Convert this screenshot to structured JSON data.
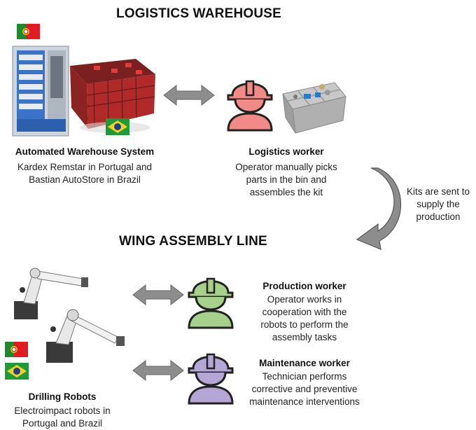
{
  "logistics": {
    "heading": "LOGISTICS WAREHOUSE",
    "system": {
      "title": "Automated Warehouse System",
      "lines": [
        "Kardex Remstar in Portugal and",
        "Bastian AutoStore in Brazil"
      ]
    },
    "worker": {
      "title": "Logistics worker",
      "lines": [
        "Operator manually picks",
        "parts in the bin and",
        "assembles the kit"
      ],
      "color": "#f28b87"
    }
  },
  "flow": {
    "lines": [
      "Kits are sent to",
      "supply the",
      "production"
    ]
  },
  "assembly": {
    "heading": "WING ASSEMBLY LINE",
    "robots": {
      "title": "Drilling Robots",
      "lines": [
        "Electroimpact robots in",
        "Portugal and Brazil"
      ]
    },
    "production_worker": {
      "title": "Production worker",
      "lines": [
        "Operator works in",
        "cooperation with the",
        "robots to perform the",
        "assembly tasks"
      ],
      "color": "#a8d08d"
    },
    "maintenance_worker": {
      "title": "Maintenance worker",
      "lines": [
        "Technician performs",
        "corrective and preventive",
        "maintenance interventions"
      ],
      "color": "#b4a7d6"
    }
  }
}
